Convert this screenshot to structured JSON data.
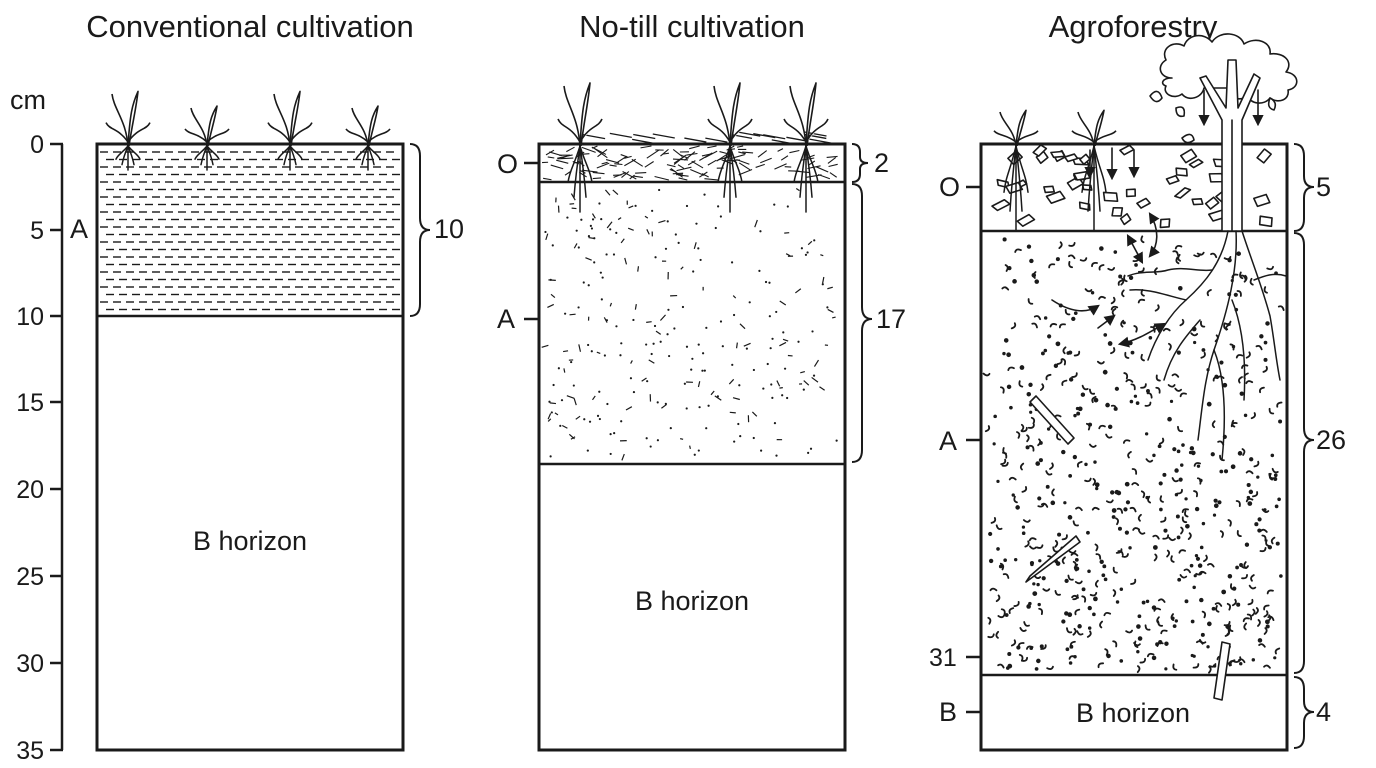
{
  "axis": {
    "unit": "cm",
    "ticks": [
      "0",
      "5",
      "10",
      "15",
      "20",
      "25",
      "30",
      "35"
    ]
  },
  "panels": {
    "conventional": {
      "title": "Conventional cultivation",
      "a_label": "A",
      "a_thickness": "10",
      "b_label": "B horizon"
    },
    "notill": {
      "title": "No-till cultivation",
      "o_label": "O",
      "o_thickness": "2",
      "a_label": "A",
      "a_thickness": "17",
      "b_label": "B horizon"
    },
    "agroforestry": {
      "title": "Agroforestry",
      "o_label": "O",
      "o_thickness": "5",
      "a_label": "A",
      "a_thickness": "26",
      "a_depth_mark": "31",
      "b_side_label": "B",
      "b_thickness": "4",
      "b_label": "B horizon"
    }
  },
  "colors": {
    "ink": "#1a1a1a",
    "paper": "#ffffff"
  }
}
